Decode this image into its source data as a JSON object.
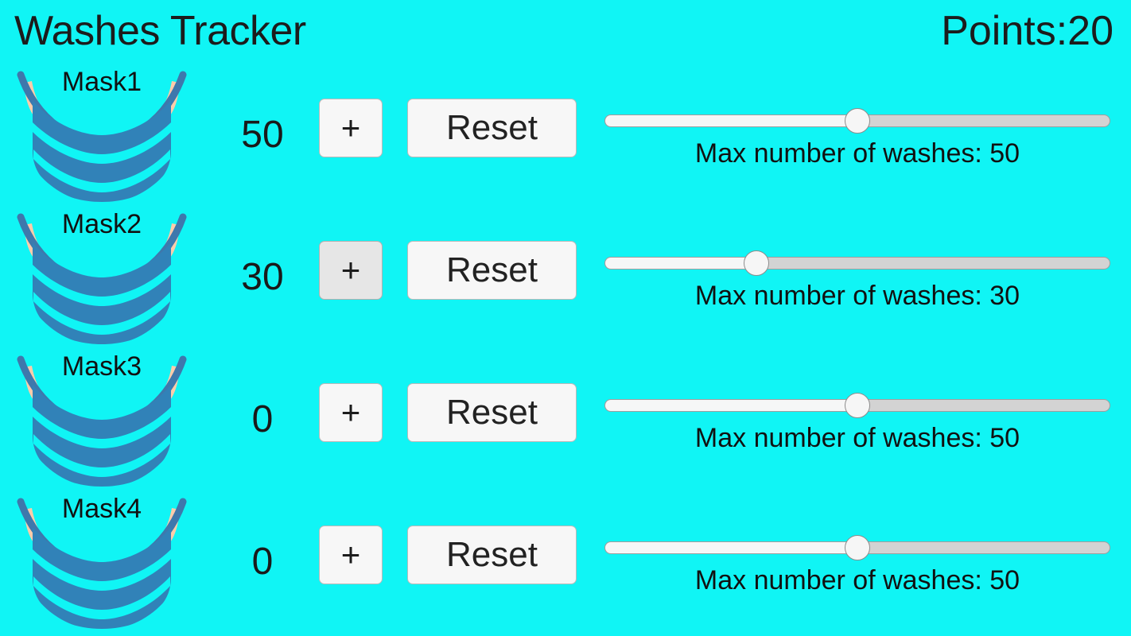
{
  "header": {
    "title": "Washes Tracker",
    "points_label": "Points:20"
  },
  "colors": {
    "background": "#10f5f5",
    "mask_body": "#3182b8",
    "mask_strap": "#3e78ac",
    "mask_ear": "#ffccaa",
    "text": "#1c1c1c",
    "button_face": "#f7f7f7",
    "button_face_active": "#e6e6e6",
    "slider_track": "#d3d3d3",
    "slider_fill": "#f6f7f7"
  },
  "slider": {
    "min": 0,
    "max": 100
  },
  "rows": [
    {
      "mask_label": "Mask1",
      "mask_icon": "face-mask-icon",
      "count": "50",
      "plus_label": "+",
      "reset_label": "Reset",
      "slider_value": 50,
      "slider_percent": 50,
      "slider_caption": "Max number of washes: 50",
      "plus_active": false
    },
    {
      "mask_label": "Mask2",
      "mask_icon": "face-mask-icon",
      "count": "30",
      "plus_label": "+",
      "reset_label": "Reset",
      "slider_value": 30,
      "slider_percent": 30,
      "slider_caption": "Max number of washes: 30",
      "plus_active": true
    },
    {
      "mask_label": "Mask3",
      "mask_icon": "face-mask-icon",
      "count": "0",
      "plus_label": "+",
      "reset_label": "Reset",
      "slider_value": 50,
      "slider_percent": 50,
      "slider_caption": "Max number of washes: 50",
      "plus_active": false
    },
    {
      "mask_label": "Mask4",
      "mask_icon": "face-mask-icon",
      "count": "0",
      "plus_label": "+",
      "reset_label": "Reset",
      "slider_value": 50,
      "slider_percent": 50,
      "slider_caption": "Max number of washes: 50",
      "plus_active": false
    }
  ]
}
